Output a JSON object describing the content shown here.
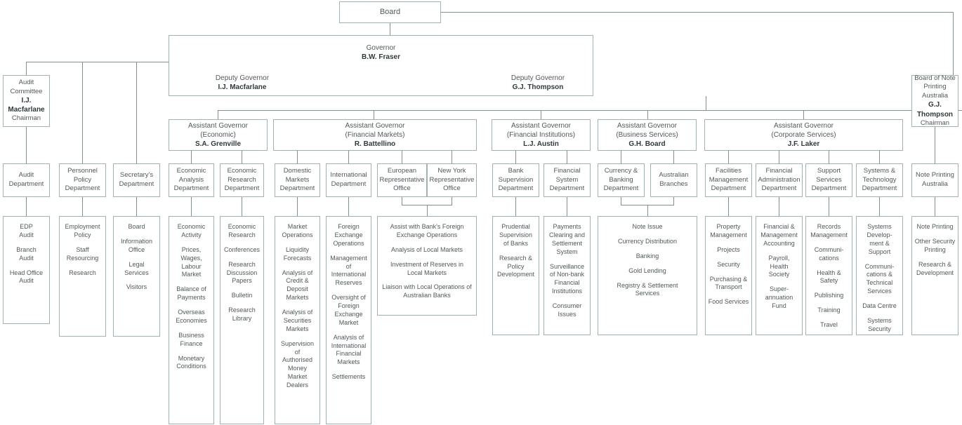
{
  "meta": {
    "title": "Reserve Bank of Australia Organisation Chart",
    "line_color": "#7f918c",
    "box_border_color": "#9fb3ad",
    "text_color": "#50595b",
    "name_color": "#2f3a3c"
  },
  "board": {
    "label": "Board"
  },
  "governor": {
    "title": "Governor",
    "name": "B.W. Fraser",
    "deputy_left_title": "Deputy Governor",
    "deputy_left_name": "I.J. Macfarlane",
    "deputy_right_title": "Deputy Governor",
    "deputy_right_name": "G.J. Thompson"
  },
  "audit_committee": {
    "line1": "Audit",
    "line2": "Committee",
    "name": "I.J. Macfarlane",
    "role": "Chairman"
  },
  "npa_board": {
    "line1": "Board of Note",
    "line2": "Printing",
    "line3": "Australia",
    "name": "G.J. Thompson",
    "role": "Chairman"
  },
  "assistant_governors": [
    {
      "id": "economic",
      "title": "Assistant Governor",
      "portfolio": "(Economic)",
      "name": "S.A. Grenville"
    },
    {
      "id": "financial-markets",
      "title": "Assistant Governor",
      "portfolio": "(Financial Markets)",
      "name": "R. Battellino"
    },
    {
      "id": "financial-institutions",
      "title": "Assistant Governor",
      "portfolio": "(Financial Institutions)",
      "name": "L.J. Austin"
    },
    {
      "id": "business-services",
      "title": "Assistant Governor",
      "portfolio": "(Business Services)",
      "name": "G.H. Board"
    },
    {
      "id": "corporate-services",
      "title": "Assistant Governor",
      "portfolio": "(Corporate Services)",
      "name": "J.F. Laker"
    }
  ],
  "departments": [
    {
      "id": "audit",
      "label": "Audit\nDepartment"
    },
    {
      "id": "personnel-policy",
      "label": "Personnel\nPolicy\nDepartment"
    },
    {
      "id": "secretarys",
      "label": "Secretary's\nDepartment"
    },
    {
      "id": "economic-analysis",
      "label": "Economic\nAnalysis\nDepartment"
    },
    {
      "id": "economic-research",
      "label": "Economic\nResearch\nDepartment"
    },
    {
      "id": "domestic-markets",
      "label": "Domestic\nMarkets\nDepartment"
    },
    {
      "id": "international",
      "label": "International\nDepartment"
    },
    {
      "id": "european-rep-office",
      "label": "European\nRepresentative\nOffice"
    },
    {
      "id": "new-york-rep-office",
      "label": "New York\nRepresentative\nOffice"
    },
    {
      "id": "bank-supervision",
      "label": "Bank\nSupervision\nDepartment"
    },
    {
      "id": "financial-system",
      "label": "Financial\nSystem\nDepartment"
    },
    {
      "id": "currency-banking",
      "label": "Currency &\nBanking\nDepartment"
    },
    {
      "id": "australian-branches",
      "label": "Australian\nBranches"
    },
    {
      "id": "facilities-management",
      "label": "Facilities\nManagement\nDepartment"
    },
    {
      "id": "financial-administration",
      "label": "Financial\nAdministration\nDepartment"
    },
    {
      "id": "support-services",
      "label": "Support\nServices\nDepartment"
    },
    {
      "id": "systems-technology",
      "label": "Systems &\nTechnology\nDepartment"
    },
    {
      "id": "note-printing-australia",
      "label": "Note Printing\nAustralia"
    }
  ],
  "functions": {
    "audit": [
      "EDP\nAudit",
      "Branch\nAudit",
      "Head Office\nAudit"
    ],
    "personnel_policy": [
      "Employment\nPolicy",
      "Staff\nResourcing",
      "Research"
    ],
    "secretarys": [
      "Board",
      "Information\nOffice",
      "Legal\nServices",
      "Visitors"
    ],
    "economic_analysis": [
      "Economic\nActivity",
      "Prices,\nWages,\nLabour\nMarket",
      "Balance of\nPayments",
      "Overseas\nEconomies",
      "Business\nFinance",
      "Monetary\nConditions"
    ],
    "economic_research": [
      "Economic\nResearch",
      "Conferences",
      "Research\nDiscussion\nPapers",
      "Bulletin",
      "Research\nLibrary"
    ],
    "domestic_markets": [
      "Market\nOperations",
      "Liquidity\nForecasts",
      "Analysis of\nCredit &\nDeposit\nMarkets",
      "Analysis of\nSecurities\nMarkets",
      "Supervision of\nAuthorised\nMoney Market\nDealers"
    ],
    "international": [
      "Foreign\nExchange\nOperations",
      "Management\nof\nInternational\nReserves",
      "Oversight of\nForeign\nExchange\nMarket",
      "Analysis of\nInternational\nFinancial\nMarkets",
      "Settlements"
    ],
    "representative_offices": [
      "Assist with Bank's Foreign\nExchange Operations",
      "Analysis of Local Markets",
      "Investment of Reserves in\nLocal Markets",
      "Liaison with Local Operations of\nAustralian Banks"
    ],
    "bank_supervision": [
      "Prudential\nSupervision\nof Banks",
      "Research &\nPolicy\nDevelopment"
    ],
    "financial_system": [
      "Payments\nClearing and\nSettlement\nSystem",
      "Surveillance\nof Non-bank\nFinancial\nInstitutions",
      "Consumer\nIssues"
    ],
    "business_services": [
      "Note Issue",
      "Currency Distribution",
      "Banking",
      "Gold Lending",
      "Registry & Settlement\nServices"
    ],
    "facilities_management": [
      "Property\nManagement",
      "Projects",
      "Security",
      "Purchasing &\nTransport",
      "Food Services"
    ],
    "financial_administration": [
      "Financial &\nManagement\nAccounting",
      "Payroll,\nHealth\nSociety",
      "Super-\nannuation\nFund"
    ],
    "support_services": [
      "Records\nManagement",
      "Communi-\ncations",
      "Health &\nSafety",
      "Publishing",
      "Training",
      "Travel"
    ],
    "systems_technology": [
      "Systems\nDevelop-\nment &\nSupport",
      "Communi-\ncations &\nTechnical\nServices",
      "Data Centre",
      "Systems\nSecurity"
    ],
    "note_printing": [
      "Note Printing",
      "Other Security\nPrinting",
      "Research &\nDevelopment"
    ]
  }
}
